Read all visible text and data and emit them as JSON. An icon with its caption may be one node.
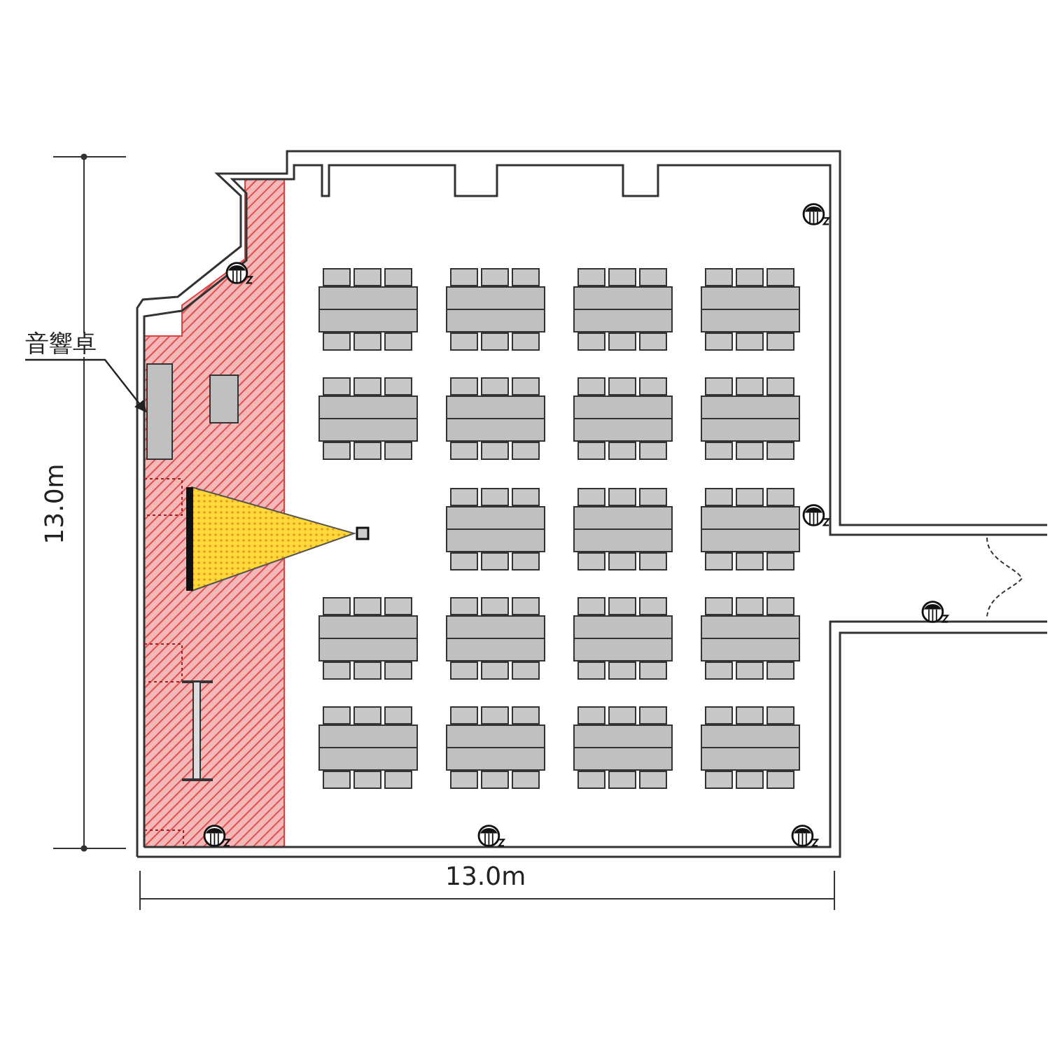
{
  "diagram": {
    "nodes": [
      {
        "text": [
          "音響卓"
        ]
      },
      {
        "text": [],
        "shape": "box"
      }
    ],
    "edges": [
      {
        "from": 0,
        "to": 1,
        "arrow": "to"
      }
    ],
    "labels": [
      "13.0m",
      "13.0m"
    ]
  }
}
